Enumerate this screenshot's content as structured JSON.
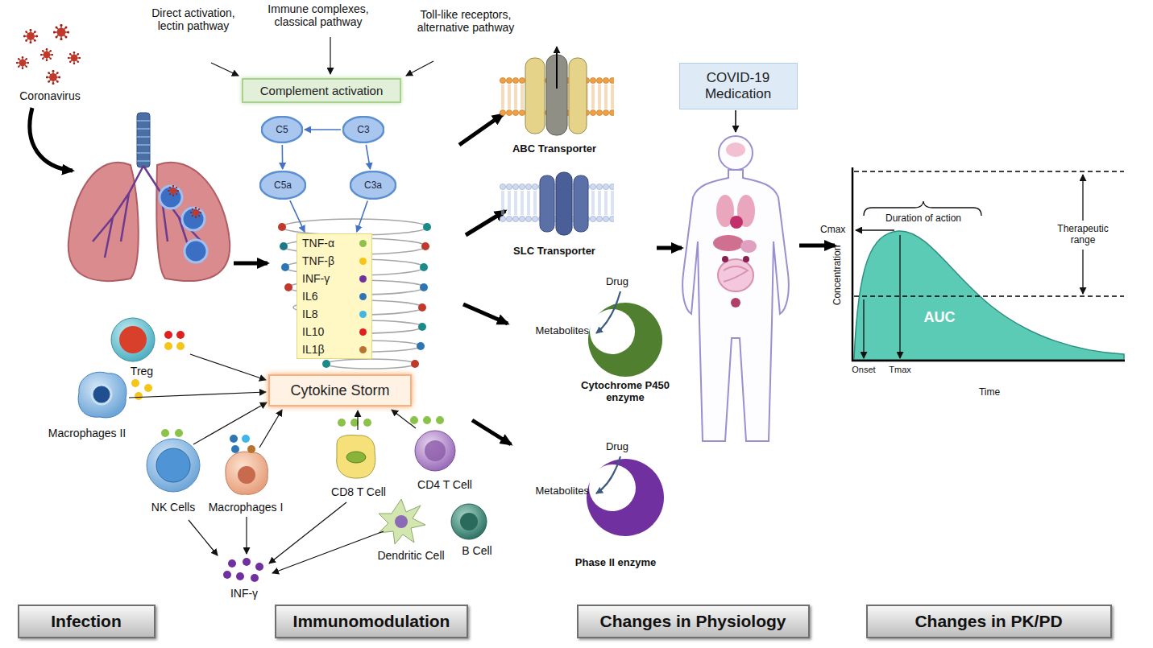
{
  "diagram": {
    "nodes": [
      {
        "text": [
          "Complement activation"
        ]
      },
      {
        "text": [
          "C5"
        ]
      },
      {
        "text": [
          "C3"
        ]
      },
      {
        "text": [
          "C5a"
        ]
      },
      {
        "text": [
          "C3a"
        ]
      },
      {
        "text": [
          "TNF-α",
          "TNF-β",
          "INF-γ",
          "IL6",
          "IL8",
          "IL10",
          "IL1β"
        ]
      },
      {
        "text": [
          "Cytokine Storm"
        ]
      },
      {
        "text": [
          "COVID-19 Medication"
        ]
      },
      {
        "text": [
          "Infection"
        ]
      },
      {
        "text": [
          "Immunomodulation"
        ]
      },
      {
        "text": [
          "Changes in Physiology"
        ]
      },
      {
        "text": [
          "Changes in PK/PD"
        ]
      }
    ],
    "edges": [
      {
        "from": 2,
        "to": 1,
        "arrow": "to"
      },
      {
        "from": 1,
        "to": 3,
        "arrow": "to"
      },
      {
        "from": 2,
        "to": 4,
        "arrow": "to"
      },
      {
        "from": 3,
        "to": 5,
        "arrow": "to"
      },
      {
        "from": 4,
        "to": 5,
        "arrow": "to"
      }
    ],
    "labels": [
      "Coronavirus",
      "Direct activation, lectin pathway",
      "Immune complexes, classical pathway",
      "Toll-like receptors, alternative pathway",
      "Treg",
      "Macrophages II",
      "NK Cells",
      "Macrophages I",
      "CD8 T Cell",
      "CD4 T Cell",
      "Dendritic Cell",
      "B Cell",
      "INF-γ",
      "ABC Transporter",
      "SLC Transporter",
      "Drug",
      "Metabolites",
      "Cytochrome P450 enzyme",
      "Drug",
      "Metabolites",
      "Phase II enzyme",
      "Concentration",
      "Cmax",
      "Duration of action",
      "Therapeutic range",
      "AUC",
      "Onset",
      "Tmax",
      "Time"
    ]
  }
}
